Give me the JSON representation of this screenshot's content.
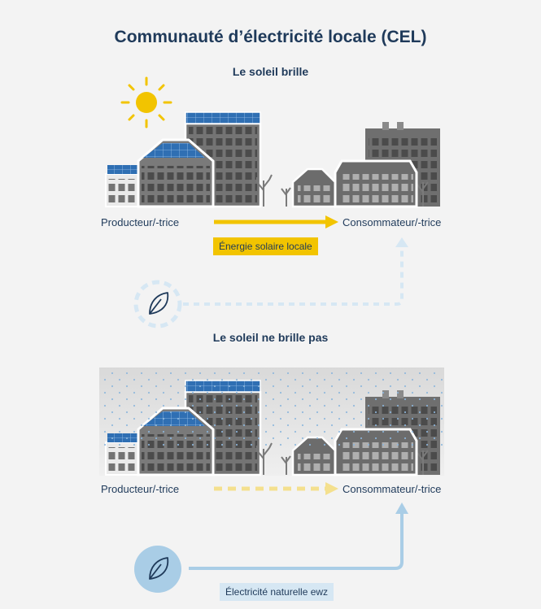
{
  "title": "Communauté d’électricité locale (CEL)",
  "colors": {
    "navy": "#1f3a5a",
    "yellow": "#f2c400",
    "pale_yellow": "#f4e08e",
    "light_blue": "#a9cde6",
    "pale_blue": "#d6e7f3",
    "building": "#747474",
    "solar": "#2f6fb3"
  },
  "sunny": {
    "heading": "Le soleil brille",
    "producer": "Producteur/-trice",
    "consumer": "Consommateur/-trice",
    "flow_label": "Énergie solaire locale"
  },
  "cloudy": {
    "heading": "Le soleil ne brille pas",
    "producer": "Producteur/-trice",
    "consumer": "Consommateur/-trice",
    "grid_label": "Électricité naturelle ewz"
  }
}
